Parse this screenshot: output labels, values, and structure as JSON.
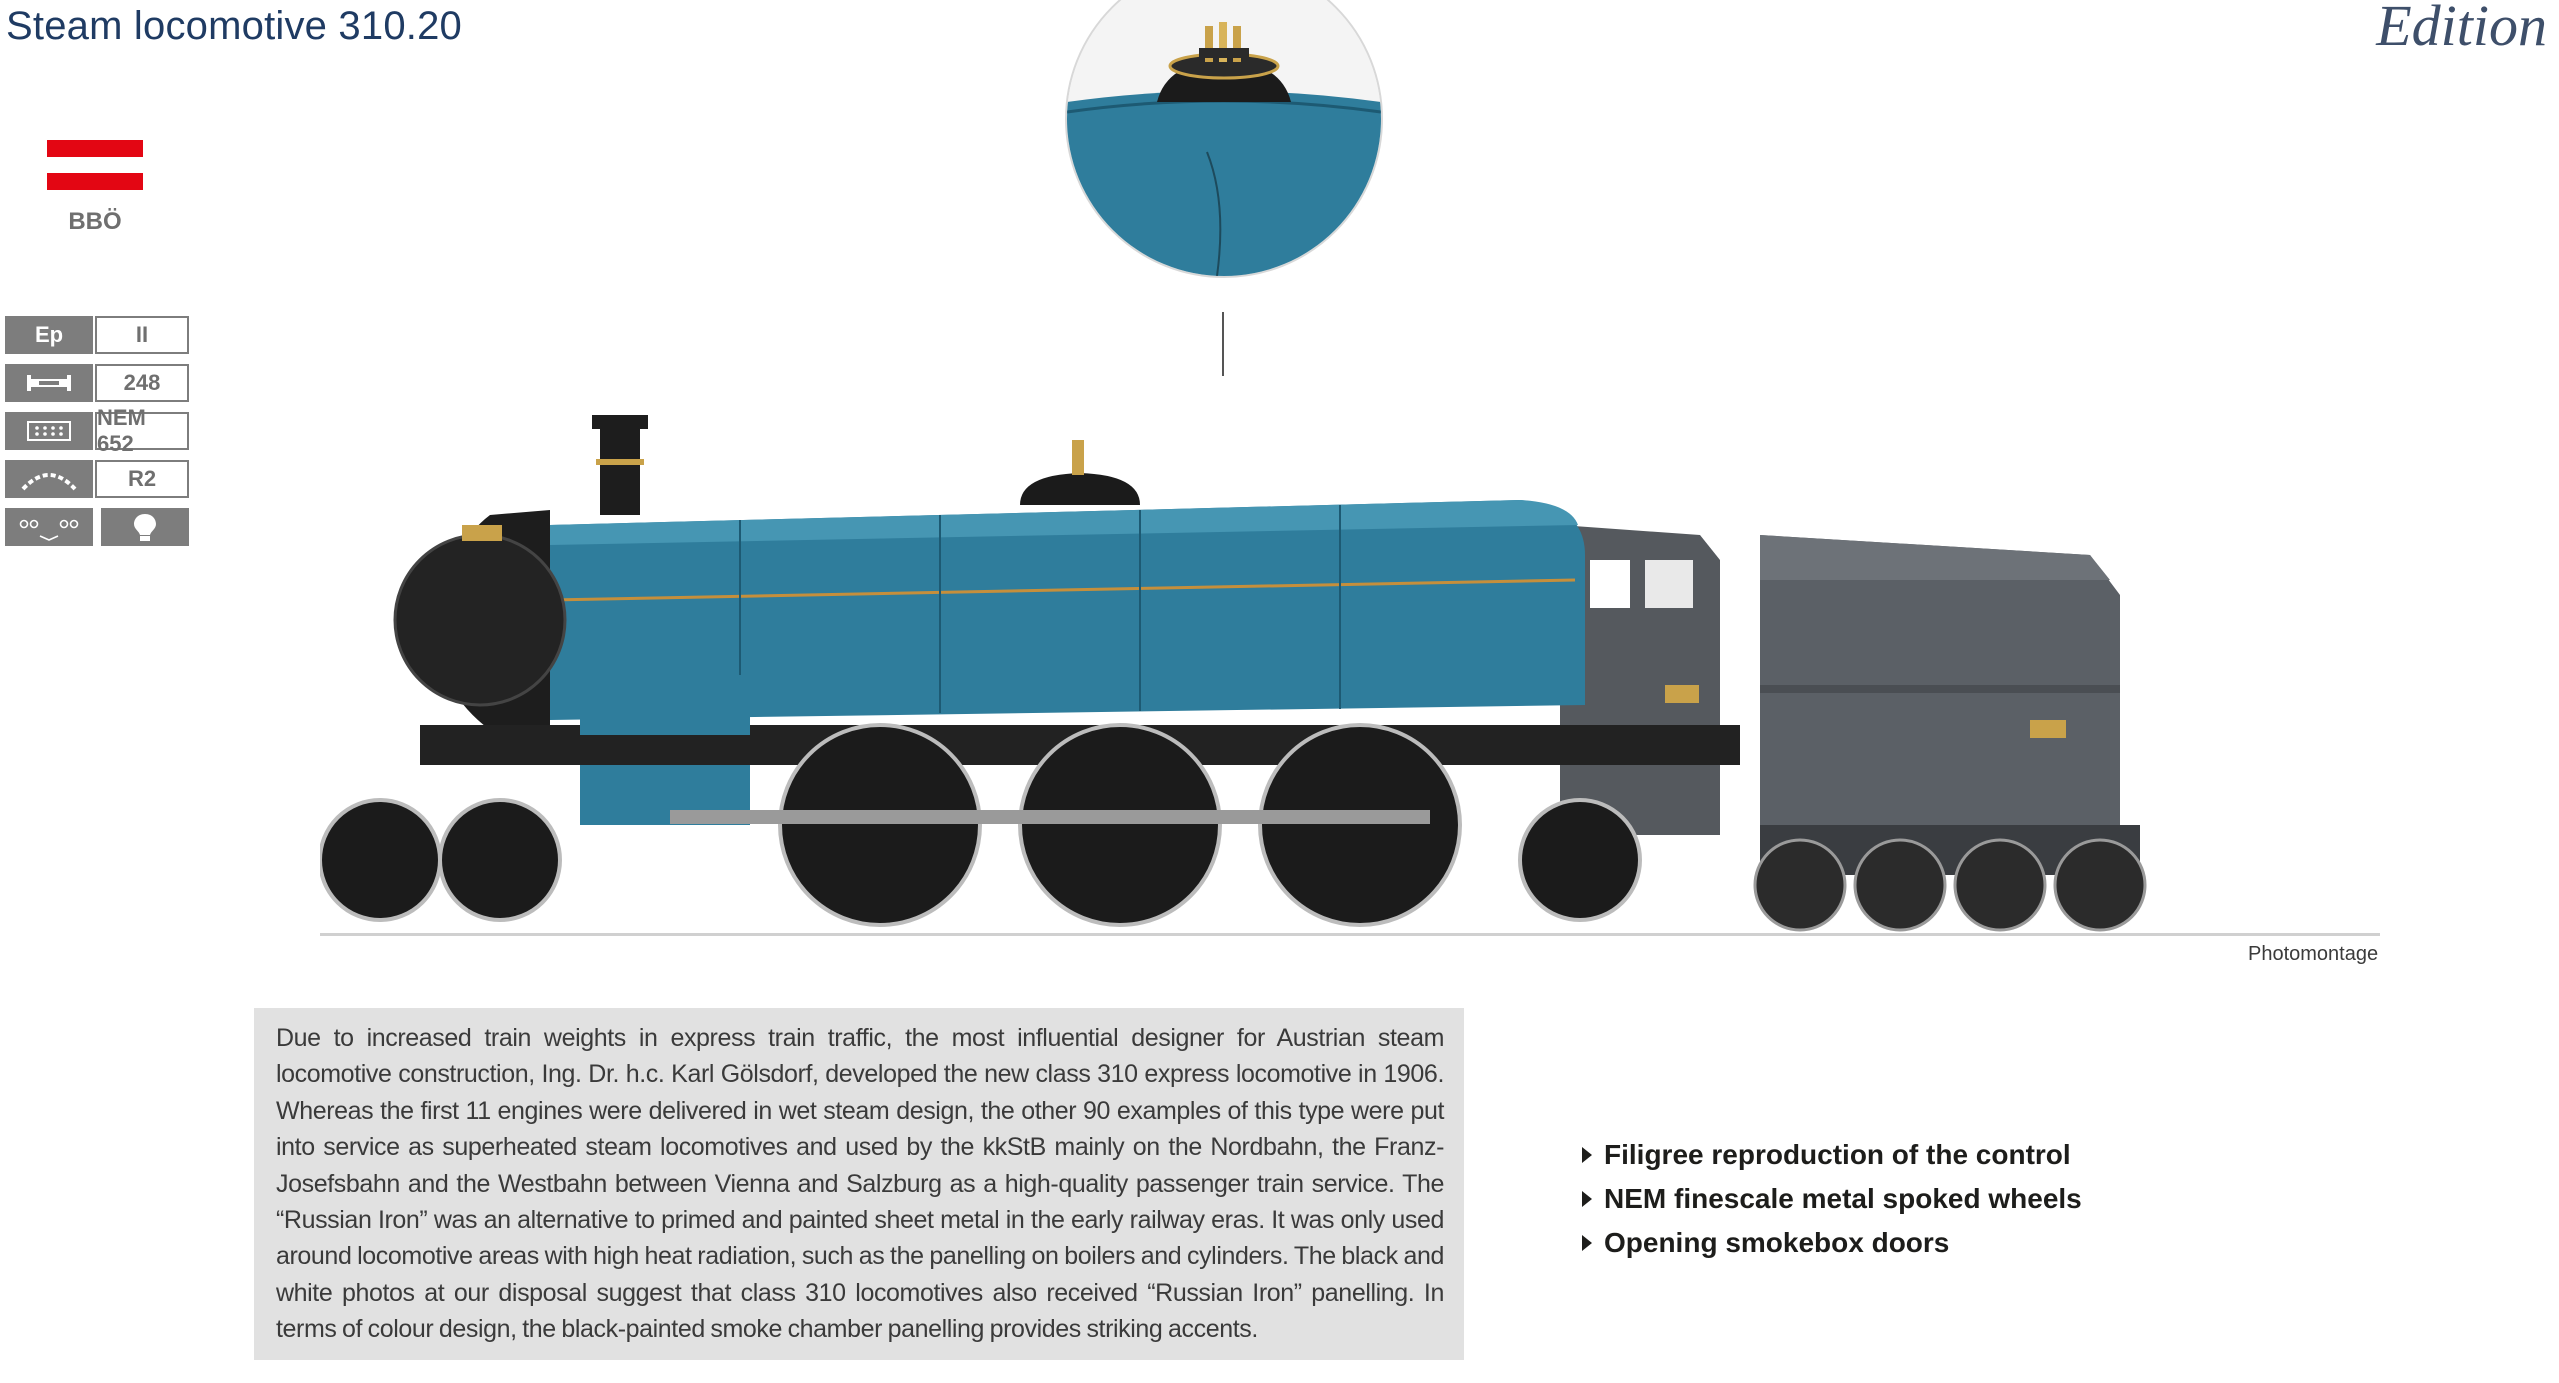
{
  "header": {
    "title": "Steam locomotive 310.20",
    "edition_label": "Edition"
  },
  "country": {
    "flag_colors": [
      "#e30613",
      "#ffffff",
      "#e30613"
    ],
    "railway": "BBÖ"
  },
  "specs": [
    {
      "key": "Ep",
      "value": "II"
    },
    {
      "key_icon": "length-over-buffers-icon",
      "value": "248"
    },
    {
      "key_icon": "interface-socket-icon",
      "value": "NEM 652"
    },
    {
      "key_icon": "min-radius-icon",
      "value": "R2"
    },
    {
      "key_icon": "coupling-axles-icon",
      "value_icon": "headlight-bulb-icon"
    }
  ],
  "images": {
    "photo_caption": "Photomontage"
  },
  "description": "Due to increased train weights in express train traffic, the most influential designer for Austrian steam locomotive construction, Ing. Dr. h.c. Karl Gölsdorf, developed the new class 310 express locomotive in 1906. Whereas the first 11 engines were delivered in wet steam design, the other 90 examples of this type were put into service as superheated steam locomotives and used by the kkStB mainly on the Nordbahn, the Franz-Josefsbahn and the Westbahn between Vienna and Salzburg as a high-quality passenger train service. The “Russian Iron” was an alternative to primed and painted sheet metal in the early railway eras. It was only used around locomotive areas with high heat radiation, such as the panelling on boilers and cylinders. The black and white photos at our disposal suggest that class 310 locomotives also received “Russian Iron” panelling. In terms of colour design, the black-painted smoke chamber panelling provides striking accents.",
  "features": [
    "Filigree reproduction of the control",
    "NEM finescale metal spoked wheels",
    "Opening smokebox doors"
  ],
  "colors": {
    "title": "#1f3b63",
    "loco_blue": "#2f7d9c",
    "tender_grey": "#5b6066",
    "spec_grey": "#7d7d7d"
  }
}
